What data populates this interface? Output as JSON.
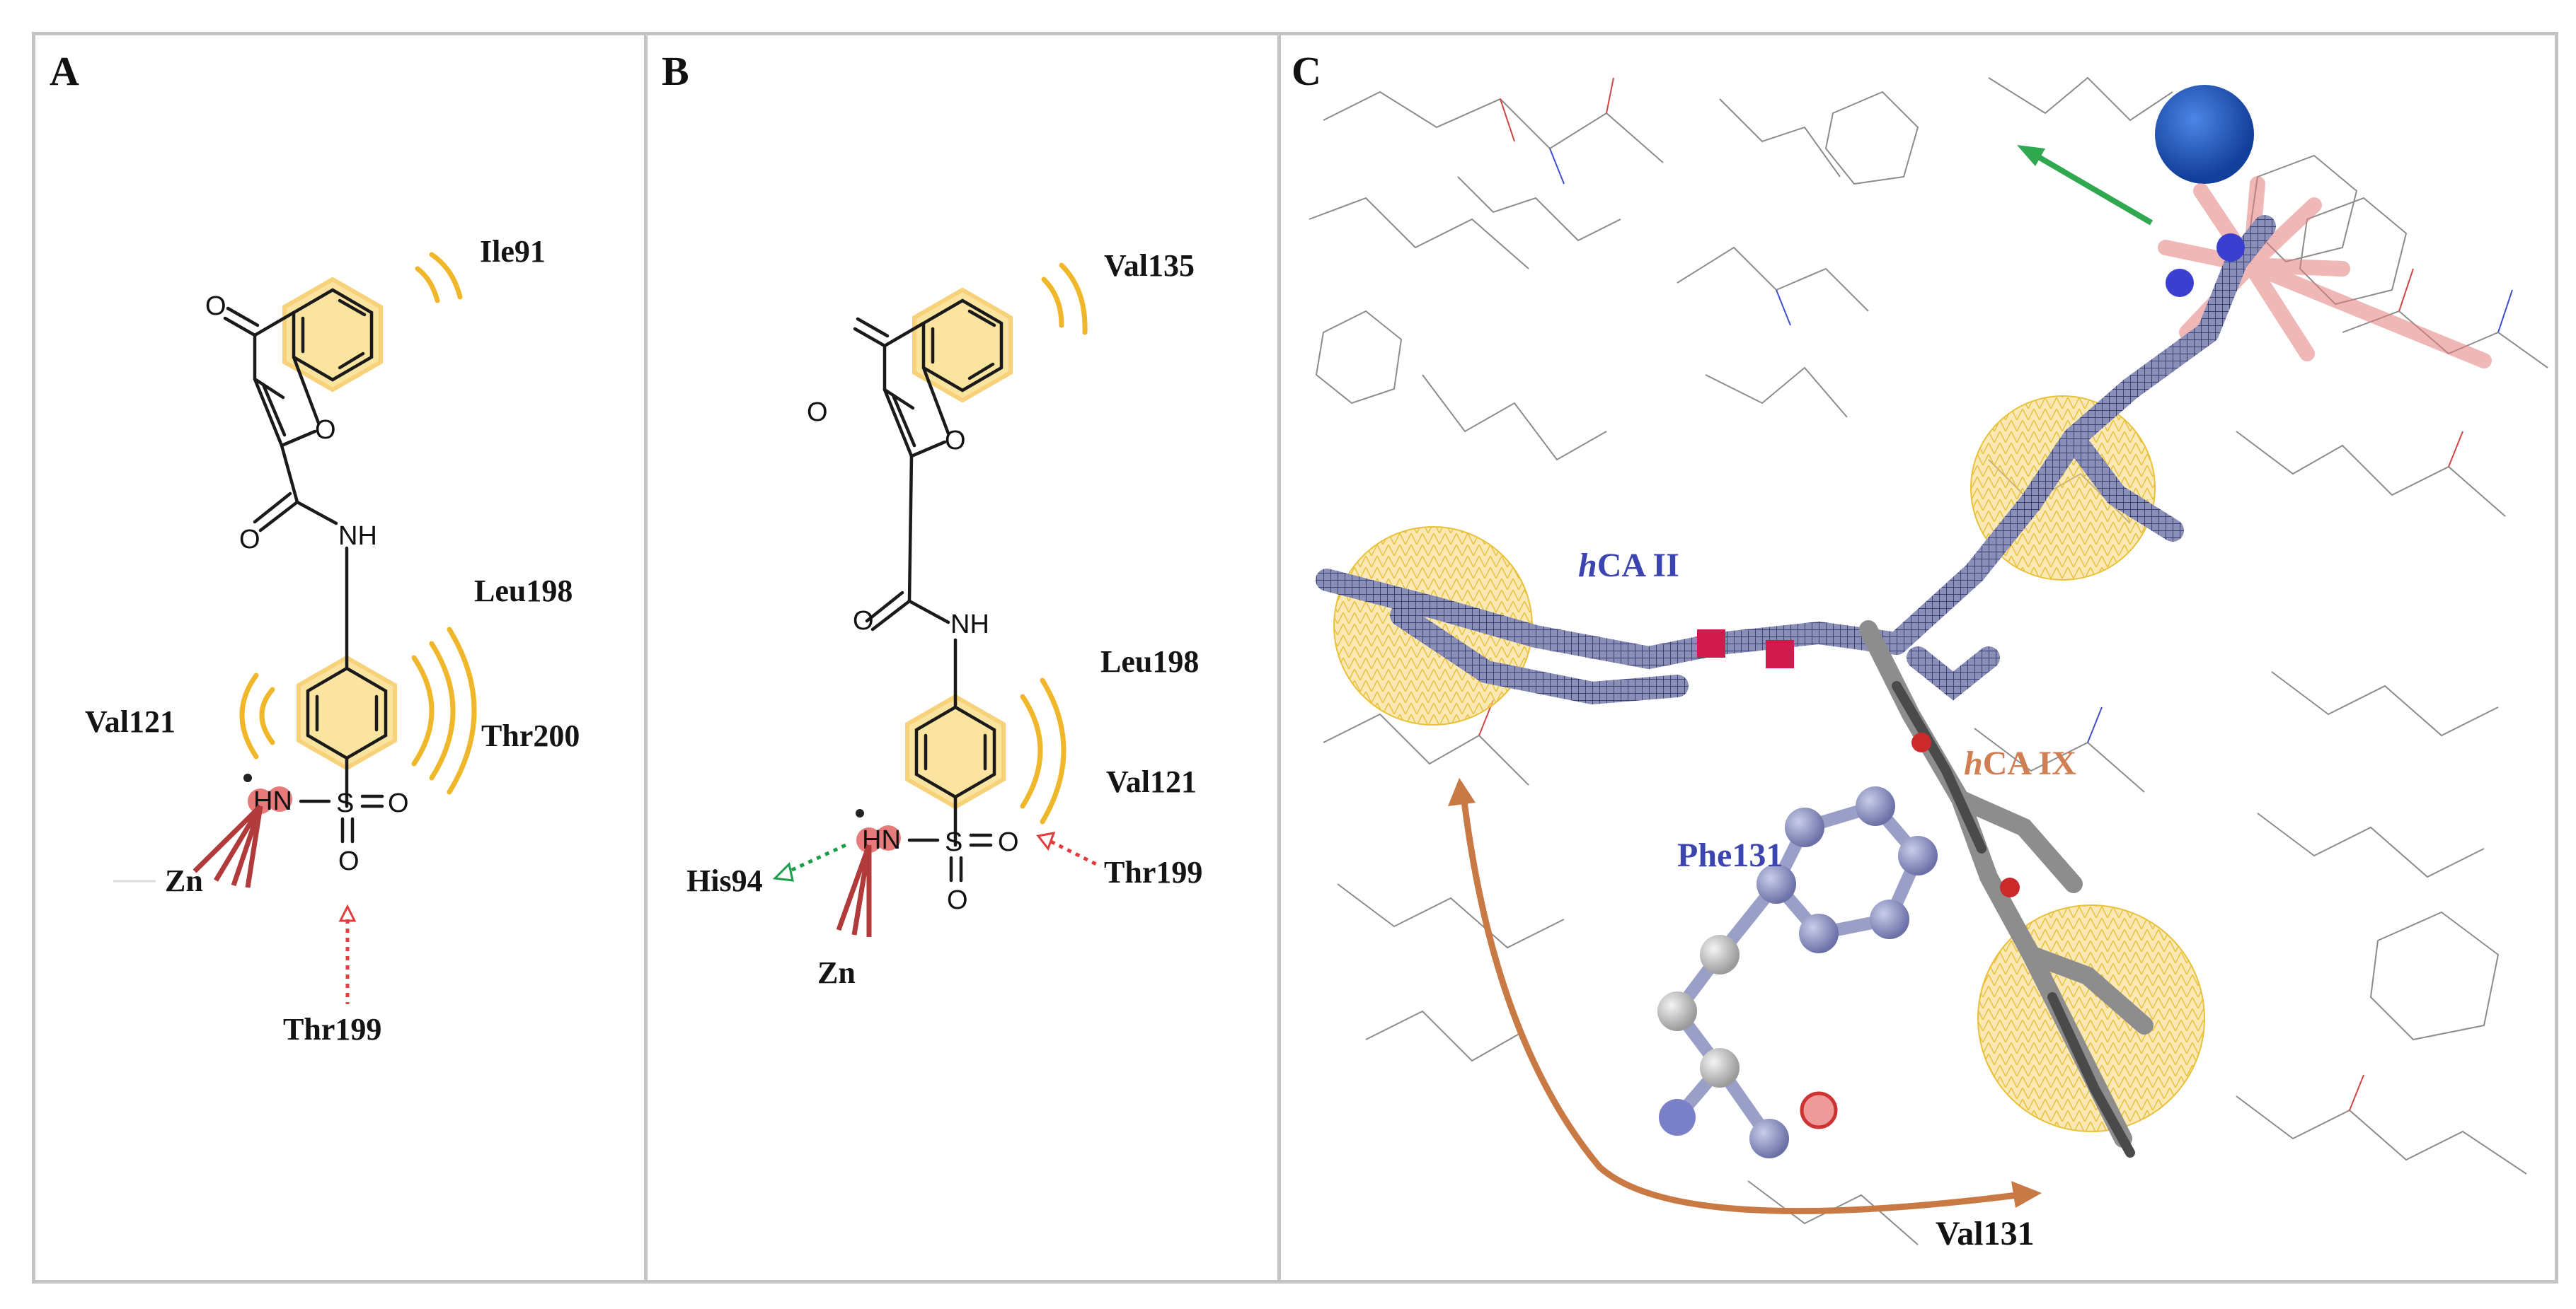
{
  "panels": {
    "a": {
      "label": "A",
      "residues": {
        "ile": "Ile91",
        "leu": "Leu198",
        "val": "Val121",
        "thr200": "Thr200",
        "zn": "Zn",
        "thr199": "Thr199"
      },
      "atoms": {
        "o_keto": "O",
        "o_ring": "O",
        "o_amide": "O",
        "nh": "NH",
        "hn": "HN",
        "s": "S",
        "o_s1": "O",
        "o_s2": "O"
      }
    },
    "b": {
      "label": "B",
      "residues": {
        "val135": "Val135",
        "leu": "Leu198",
        "val121": "Val121",
        "his": "His94",
        "thr199": "Thr199",
        "zn": "Zn"
      },
      "atoms": {
        "o_keto": "O",
        "o_ring": "O",
        "o_amide": "O",
        "nh": "NH",
        "hn": "HN",
        "s": "S",
        "o_s1": "O",
        "o_s2": "O"
      }
    },
    "c": {
      "label": "C",
      "tags": {
        "hca2_italic": "h",
        "hca2_rest": "CA II",
        "hca9_italic": "h",
        "hca9_rest": "CA IX",
        "phe": "Phe131",
        "val": "Val131"
      }
    }
  },
  "colors": {
    "hydrophobic": "#f1b72b",
    "halo": "#fbe3a0",
    "metal": "#b13a3a",
    "hbond_donor": "#1a9e4a",
    "hbond_acceptor": "#e23c3c",
    "hca2": "#3c44b0",
    "hca9": "#cf7f52",
    "zn_sphere": "#1f5fc8"
  }
}
